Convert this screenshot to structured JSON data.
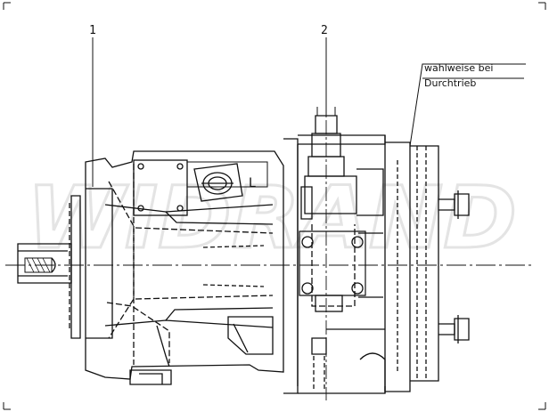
{
  "drawing": {
    "callout_1": "1",
    "callout_2": "2",
    "port_label": "L",
    "note_line1": "wahlweise bei",
    "note_line2": "Durchtrieb",
    "watermark_text": "WIDRAND"
  },
  "colors": {
    "line": "#111111",
    "watermark": "#e7e7e7",
    "background": "#ffffff"
  }
}
